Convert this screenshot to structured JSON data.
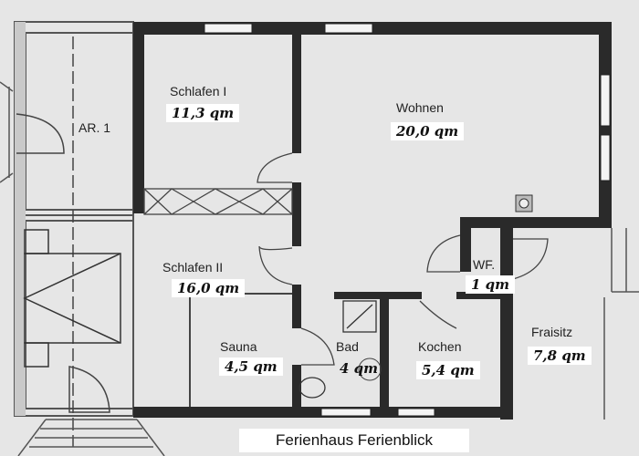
{
  "title": "Ferienhaus Ferienblick",
  "colors": {
    "background": "#e6e6e6",
    "wall": "#2a2a2a",
    "thin_line": "#444444",
    "label_bg": "#ffffff"
  },
  "rooms": [
    {
      "name": "AR. 1",
      "area": ""
    },
    {
      "name": "Schlafen I",
      "area": "11,3 qm"
    },
    {
      "name": "Wohnen",
      "area": "20,0 qm"
    },
    {
      "name": "Schlafen II",
      "area": "16,0 qm"
    },
    {
      "name": "Sauna",
      "area": "4,5 qm"
    },
    {
      "name": "Bad",
      "area": "4 qm"
    },
    {
      "name": "Kochen",
      "area": "5,4 qm"
    },
    {
      "name": "WF.",
      "area": "1 qm"
    },
    {
      "name": "Fraisitz",
      "area": "7,8 qm"
    }
  ]
}
